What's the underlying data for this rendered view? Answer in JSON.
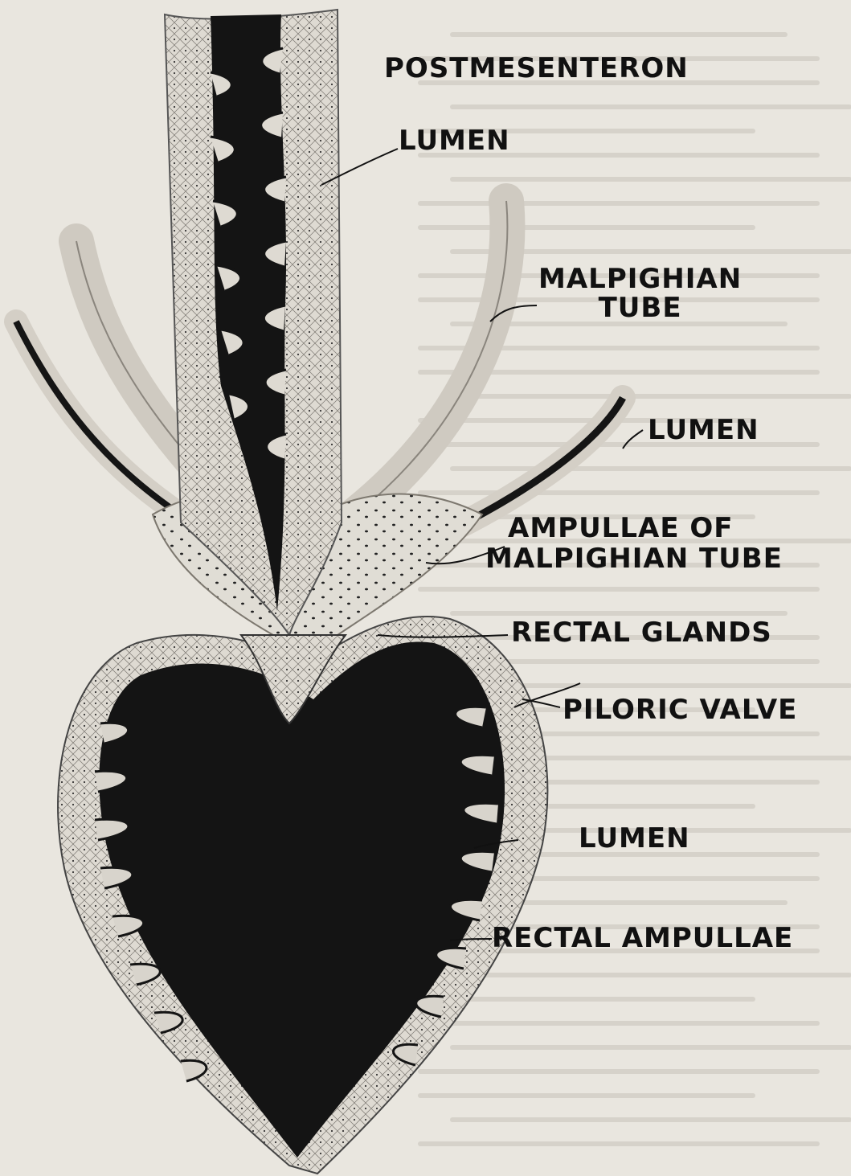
{
  "labels": {
    "postmesenteron": "POSTMESENTERON",
    "lumen_upper": "LUMEN",
    "malpighian_tube": "MALPIGHIAN\nTUBE",
    "lumen_tube": "LUMEN",
    "ampullae_line1": "AMPULLAE OF",
    "ampullae_line2": "MALPIGHIAN TUBE",
    "rectal_glands": "RECTAL GLANDS",
    "piloric_valve": "PILORIC VALVE",
    "lumen_lower": "LUMEN",
    "rectal_ampullae": "RECTAL AMPULLAE"
  },
  "colors": {
    "paper": "#e9e6df",
    "tissue": "#dcd8d0",
    "lumen": "#141414",
    "label": "#111111"
  }
}
